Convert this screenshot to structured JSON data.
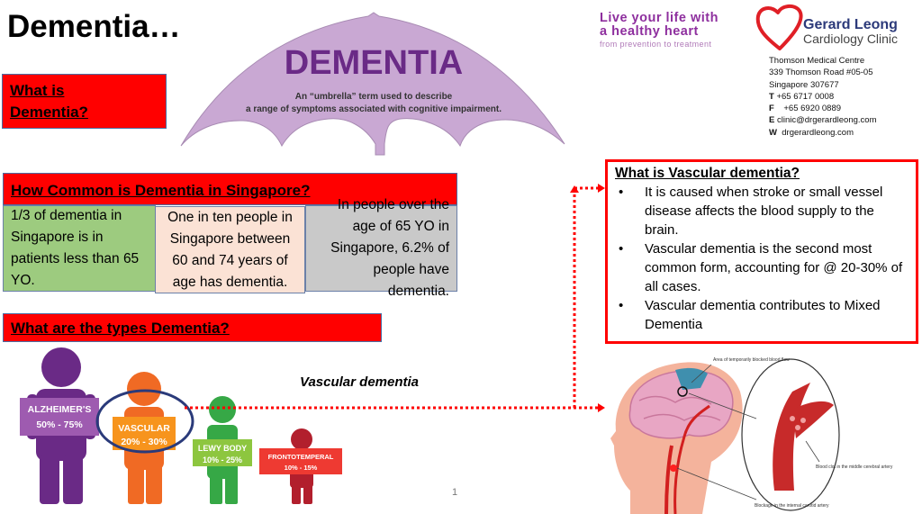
{
  "page": {
    "title": "Dementia…",
    "page_number": "1"
  },
  "what_is": {
    "heading_line1": "What is",
    "heading_line2": "Dementia?"
  },
  "umbrella": {
    "title": "DEMENTIA",
    "subtitle_line1": "An “umbrella” term used to describe",
    "subtitle_line2": "a range of symptoms associated with cognitive impairment.",
    "color": "#c9a8d3",
    "title_color": "#6a2a86"
  },
  "slogan": {
    "line1": "Live your life with",
    "line2": "a healthy heart",
    "line3": "from prevention to treatment"
  },
  "clinic": {
    "name_line1": "Gerard Leong",
    "name_line2": "Cardiology Clinic",
    "address": [
      {
        "prefix": "",
        "text": "Thomson Medical Centre"
      },
      {
        "prefix": "",
        "text": "339 Thomson Road #05-05"
      },
      {
        "prefix": "",
        "text": "Singapore 307677"
      },
      {
        "prefix": "T",
        "text": " +65 6717 0008"
      },
      {
        "prefix": "F",
        "text": "    +65 6920 0889"
      },
      {
        "prefix": "E",
        "text": " clinic@drgerardleong.com"
      },
      {
        "prefix": "W",
        "text": "  drgerardleong.com"
      }
    ]
  },
  "how_common": {
    "heading": "How Common is Dementia in Singapore?",
    "stats": [
      {
        "text": "1/3 of dementia in Singapore is in patients less than 65 YO.",
        "color": "#9dcb7f"
      },
      {
        "text": "One in ten people in Singapore between 60 and 74 years of age has dementia.",
        "color": "#fbe2d5"
      },
      {
        "text": "In people over the age of 65 YO in Singapore, 6.2% of people have dementia.",
        "color": "#c9c9c9"
      }
    ]
  },
  "types": {
    "heading": "What are the types Dementia?",
    "highlight_label": "Vascular dementia",
    "figures": [
      {
        "name": "ALZHEIMER'S",
        "range": "50% - 75%",
        "color": "#6a2a86",
        "sign_color": "#9e5bb0"
      },
      {
        "name": "VASCULAR",
        "range": "20% - 30%",
        "color": "#f06a24",
        "sign_color": "#f7941d"
      },
      {
        "name": "LEWY BODY",
        "range": "10% - 25%",
        "color": "#36a846",
        "sign_color": "#8dc63f"
      },
      {
        "name": "FRONTOTEMPERAL",
        "range": "10% - 15%",
        "color": "#b21f2d",
        "sign_color": "#ee3a32"
      }
    ]
  },
  "vascular": {
    "heading": "What is Vascular dementia?",
    "bullets": [
      "It is caused when stroke or small vessel disease affects the blood supply to the brain.",
      "Vascular dementia is the second most common form, accounting for @ 20-30% of all cases.",
      "Vascular dementia contributes to Mixed Dementia"
    ]
  },
  "brain_diagram": {
    "labels": {
      "blocked_area": "Area of temporarily blocked blood flow",
      "clot": "Blood clot in the middle cerebral artery",
      "blockage": "Blockage in the internal carotid artery"
    }
  }
}
